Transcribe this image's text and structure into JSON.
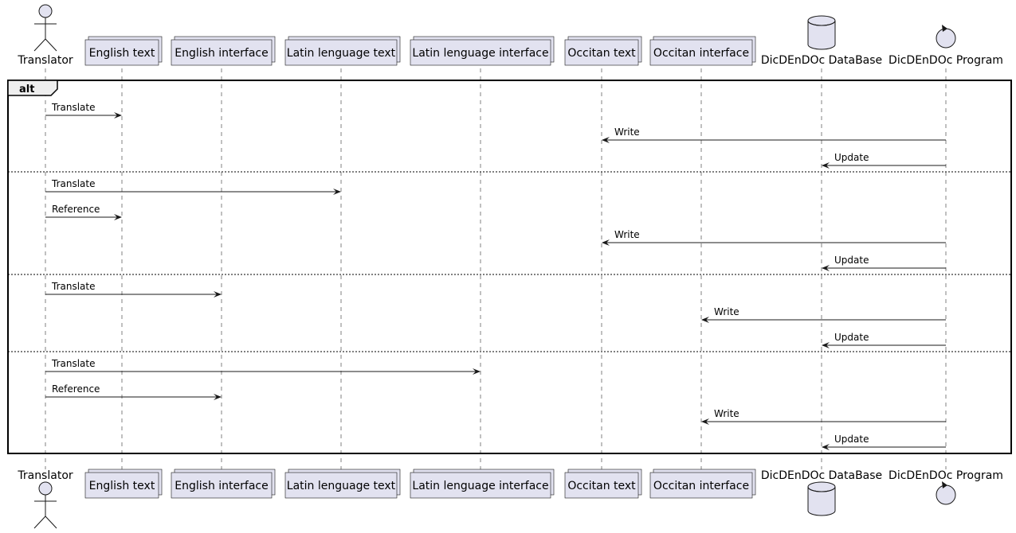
{
  "fragment": {
    "label": "alt"
  },
  "participants": [
    {
      "id": "translator",
      "label": "Translator",
      "kind": "actor"
    },
    {
      "id": "en_text",
      "label": "English text",
      "kind": "collections"
    },
    {
      "id": "en_iface",
      "label": "English interface",
      "kind": "collections"
    },
    {
      "id": "la_text",
      "label": "Latin lenguage text",
      "kind": "collections"
    },
    {
      "id": "la_iface",
      "label": "Latin lenguage interface",
      "kind": "collections"
    },
    {
      "id": "oc_text",
      "label": "Occitan text",
      "kind": "collections"
    },
    {
      "id": "oc_iface",
      "label": "Occitan interface",
      "kind": "collections"
    },
    {
      "id": "db",
      "label": "DicDEnDOc DataBase",
      "kind": "database"
    },
    {
      "id": "program",
      "label": "DicDEnDOc Program",
      "kind": "control"
    }
  ],
  "messages": [
    {
      "from": "translator",
      "to": "en_text",
      "label": "Translate",
      "group": 0
    },
    {
      "from": "program",
      "to": "oc_text",
      "label": "Write",
      "group": 0
    },
    {
      "from": "program",
      "to": "db",
      "label": "Update",
      "group": 0
    },
    {
      "from": "translator",
      "to": "la_text",
      "label": "Translate",
      "group": 1
    },
    {
      "from": "translator",
      "to": "en_text",
      "label": "Reference",
      "group": 1
    },
    {
      "from": "program",
      "to": "oc_text",
      "label": "Write",
      "group": 1
    },
    {
      "from": "program",
      "to": "db",
      "label": "Update",
      "group": 1
    },
    {
      "from": "translator",
      "to": "en_iface",
      "label": "Translate",
      "group": 2
    },
    {
      "from": "program",
      "to": "oc_iface",
      "label": "Write",
      "group": 2
    },
    {
      "from": "program",
      "to": "db",
      "label": "Update",
      "group": 2
    },
    {
      "from": "translator",
      "to": "la_iface",
      "label": "Translate",
      "group": 3
    },
    {
      "from": "translator",
      "to": "en_iface",
      "label": "Reference",
      "group": 3
    },
    {
      "from": "program",
      "to": "oc_iface",
      "label": "Write",
      "group": 3
    },
    {
      "from": "program",
      "to": "db",
      "label": "Update",
      "group": 3
    }
  ]
}
